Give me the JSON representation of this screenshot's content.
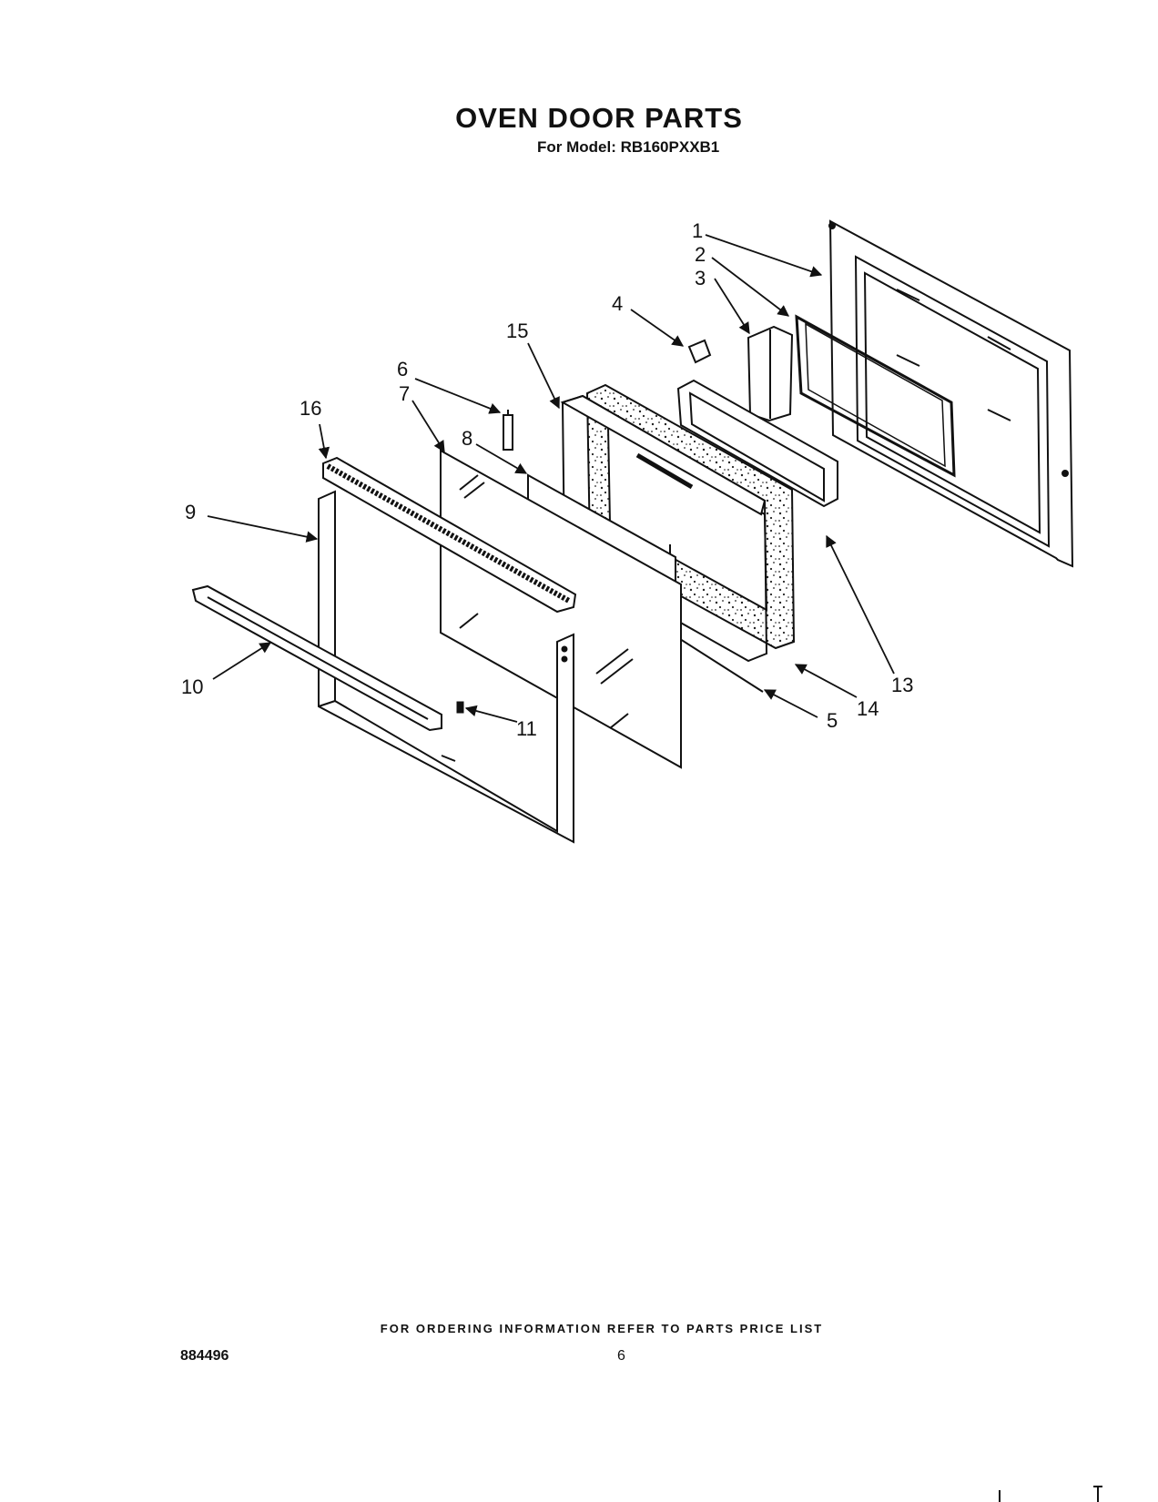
{
  "header": {
    "title": "OVEN DOOR PARTS",
    "subtitle": "For Model: RB160PXXB1"
  },
  "diagram": {
    "callouts": [
      "1",
      "2",
      "3",
      "4",
      "5",
      "6",
      "7",
      "8",
      "9",
      "10",
      "11",
      "13",
      "14",
      "15",
      "16"
    ]
  },
  "footer": {
    "ordering_note": "FOR ORDERING INFORMATION REFER TO PARTS PRICE LIST",
    "doc_number": "884496",
    "page_number": "6"
  }
}
